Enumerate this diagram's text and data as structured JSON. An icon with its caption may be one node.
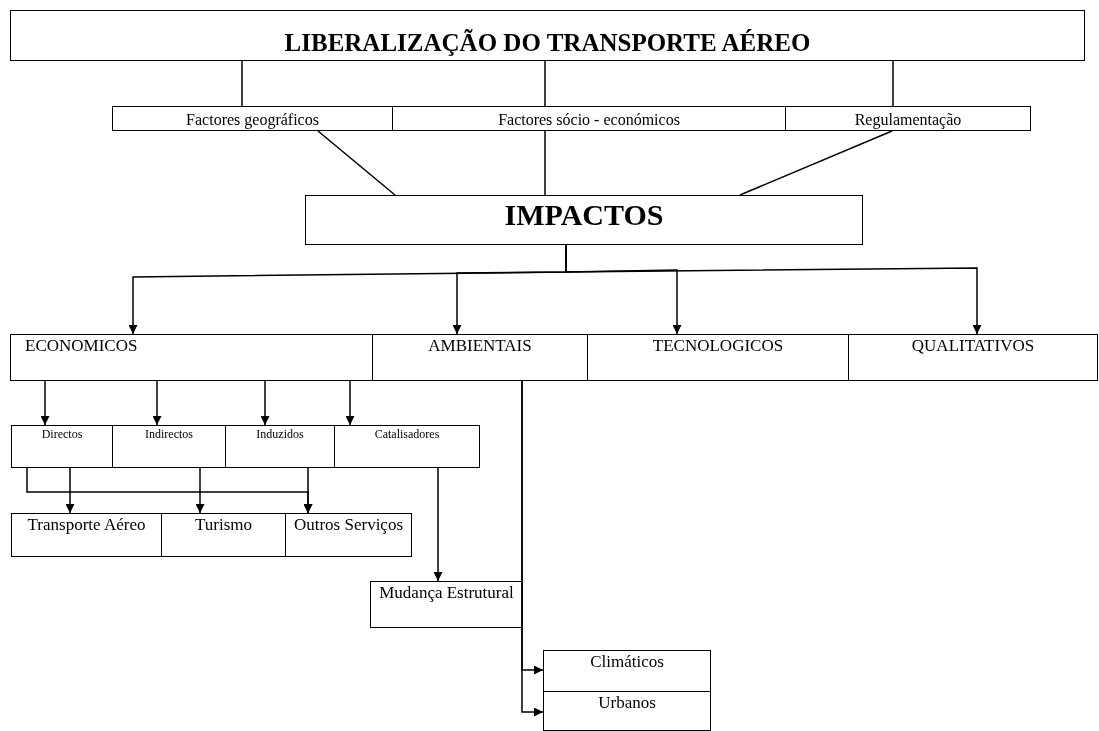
{
  "diagram": {
    "nodes": [
      {
        "text": [
          "LIBERALIZAÇÃO DO TRANSPORTE  AÉREO"
        ]
      },
      {
        "text": [
          "Factores geográficos"
        ]
      },
      {
        "text": [
          "Factores sócio - económicos"
        ]
      },
      {
        "text": [
          "Regulamentação"
        ]
      },
      {
        "text": [
          "IMPACTOS"
        ]
      },
      {
        "text": [
          "ECONOMICOS"
        ]
      },
      {
        "text": [
          "AMBIENTAIS"
        ]
      },
      {
        "text": [
          "TECNOLOGICOS"
        ]
      },
      {
        "text": [
          "QUALITATIVOS"
        ]
      },
      {
        "text": [
          "Directos"
        ]
      },
      {
        "text": [
          "Indirectos"
        ]
      },
      {
        "text": [
          "Induzidos"
        ]
      },
      {
        "text": [
          "Catalisadores"
        ]
      },
      {
        "text": [
          "Transporte Aéreo"
        ]
      },
      {
        "text": [
          "Turismo"
        ]
      },
      {
        "text": [
          "Outros Serviços"
        ]
      },
      {
        "text": [
          "Mudança Estrutural"
        ]
      },
      {
        "text": [
          "Climáticos"
        ]
      },
      {
        "text": [
          "Urbanos"
        ]
      }
    ],
    "edges": [
      {
        "from": 0,
        "to": 1,
        "arrow": "none"
      },
      {
        "from": 0,
        "to": 2,
        "arrow": "none"
      },
      {
        "from": 0,
        "to": 3,
        "arrow": "none"
      },
      {
        "from": 1,
        "to": 4,
        "arrow": "none"
      },
      {
        "from": 2,
        "to": 4,
        "arrow": "none"
      },
      {
        "from": 3,
        "to": 4,
        "arrow": "none"
      },
      {
        "from": 4,
        "to": 5,
        "arrow": "to"
      },
      {
        "from": 4,
        "to": 6,
        "arrow": "to"
      },
      {
        "from": 4,
        "to": 7,
        "arrow": "to"
      },
      {
        "from": 4,
        "to": 8,
        "arrow": "to"
      },
      {
        "from": 5,
        "to": 9,
        "arrow": "to"
      },
      {
        "from": 5,
        "to": 10,
        "arrow": "to"
      },
      {
        "from": 5,
        "to": 11,
        "arrow": "to"
      },
      {
        "from": 5,
        "to": 12,
        "arrow": "to"
      },
      {
        "from": 9,
        "to": 13,
        "arrow": "to"
      },
      {
        "from": 10,
        "to": 14,
        "arrow": "to"
      },
      {
        "from": 11,
        "to": 15,
        "arrow": "to"
      },
      {
        "from": 9,
        "to": 15,
        "arrow": "to"
      },
      {
        "from": 12,
        "to": 16,
        "arrow": "to"
      },
      {
        "from": 6,
        "to": 17,
        "arrow": "to"
      },
      {
        "from": 6,
        "to": 18,
        "arrow": "to"
      }
    ]
  }
}
